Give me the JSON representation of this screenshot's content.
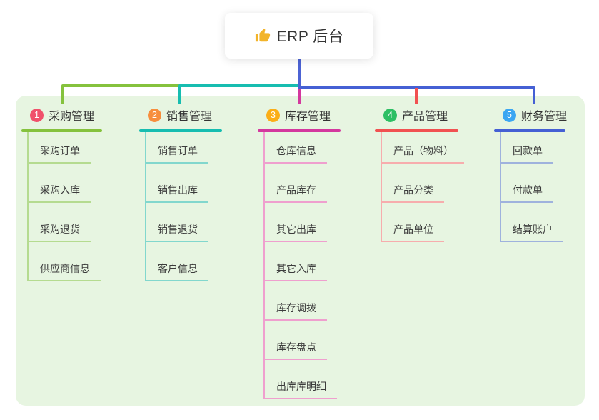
{
  "root": {
    "label": "ERP 后台",
    "icon": "thumbs-up-icon"
  },
  "branches": [
    {
      "badge": "1",
      "title": "采购管理",
      "badge_color": "#f0516b",
      "line_color": "#85c23d",
      "child_line_color": "#b5db90",
      "children": [
        "采购订单",
        "采购入库",
        "采购退货",
        "供应商信息"
      ]
    },
    {
      "badge": "2",
      "title": "销售管理",
      "badge_color": "#f78e3d",
      "line_color": "#17bdb0",
      "child_line_color": "#82d7cd",
      "children": [
        "销售订单",
        "销售出库",
        "销售退货",
        "客户信息"
      ]
    },
    {
      "badge": "3",
      "title": "库存管理",
      "badge_color": "#fbae17",
      "line_color": "#d4389e",
      "child_line_color": "#ef9fce",
      "children": [
        "仓库信息",
        "产品库存",
        "其它出库",
        "其它入库",
        "库存调拨",
        "库存盘点",
        "出库库明细"
      ]
    },
    {
      "badge": "4",
      "title": "产品管理",
      "badge_color": "#2dbf64",
      "line_color": "#f15151",
      "child_line_color": "#f7adad",
      "children": [
        "产品（物料）",
        "产品分类",
        "产品单位"
      ]
    },
    {
      "badge": "5",
      "title": "财务管理",
      "badge_color": "#3ba6f2",
      "line_color": "#4560d4",
      "child_line_color": "#9fb2dd",
      "children": [
        "回款单",
        "付款单",
        "结算账户"
      ]
    }
  ],
  "colors": {
    "canvas_bg": "#ffffff",
    "container_bg": "#e7f5e1",
    "root_line": "#4c63d4",
    "text": "#333333"
  }
}
